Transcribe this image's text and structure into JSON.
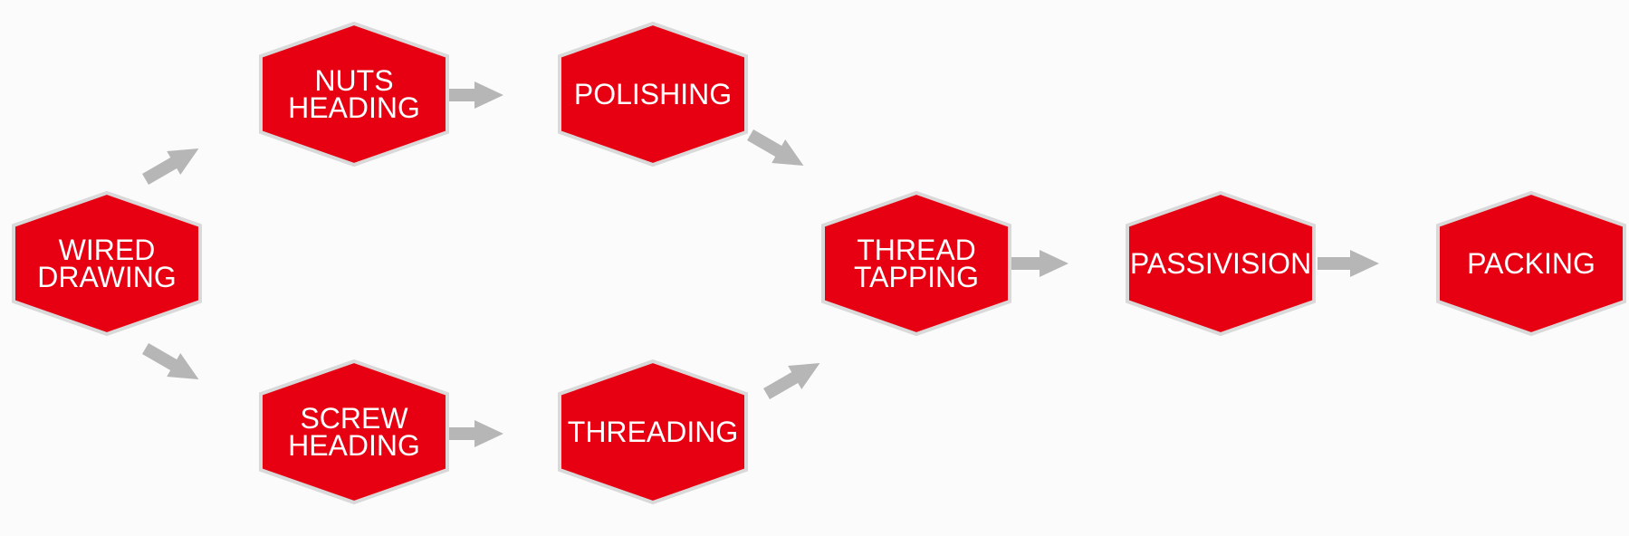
{
  "diagram": {
    "colors": {
      "node_fill": "#e60012",
      "node_border": "#d9d9d9",
      "arrow": "#b6b6b6",
      "text": "#ffffff",
      "background": "#fcfbfc"
    },
    "nodes": [
      {
        "id": "wired-drawing",
        "lines": [
          "WIRED",
          "DRAWING"
        ]
      },
      {
        "id": "nuts-heading",
        "lines": [
          "NUTS",
          "HEADING"
        ]
      },
      {
        "id": "polishing",
        "lines": [
          "POLISHING"
        ]
      },
      {
        "id": "screw-heading",
        "lines": [
          "SCREW",
          "HEADING"
        ]
      },
      {
        "id": "threading",
        "lines": [
          "THREADING"
        ]
      },
      {
        "id": "thread-tapping",
        "lines": [
          "THREAD",
          "TAPPING"
        ]
      },
      {
        "id": "passivision",
        "lines": [
          "PASSIVISION"
        ]
      },
      {
        "id": "packing",
        "lines": [
          "PACKING"
        ]
      }
    ],
    "edges": [
      {
        "from": "wired-drawing",
        "to": "nuts-heading"
      },
      {
        "from": "wired-drawing",
        "to": "screw-heading"
      },
      {
        "from": "nuts-heading",
        "to": "polishing"
      },
      {
        "from": "screw-heading",
        "to": "threading"
      },
      {
        "from": "polishing",
        "to": "thread-tapping"
      },
      {
        "from": "threading",
        "to": "thread-tapping"
      },
      {
        "from": "thread-tapping",
        "to": "passivision"
      },
      {
        "from": "passivision",
        "to": "packing"
      }
    ]
  }
}
